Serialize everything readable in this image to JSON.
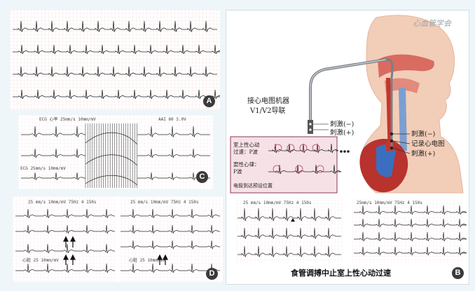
{
  "panels": {
    "a": {
      "badge": "A"
    },
    "b": {
      "badge": "B"
    },
    "c": {
      "badge": "C",
      "strip_labels": [
        "ECG 心率 25mm/s 10mm/mV",
        "AAI 60 3.0V"
      ],
      "footer": "ECG 25mm/s 10mm/mV"
    },
    "d": {
      "badge": "D",
      "header_left": "25 mm/s 10mm/mV 75Hz 4 150s",
      "header_right": "25 mm/s 10mm/mV 75Hz 4 150s",
      "footer_left": "心脏 25 10mm/mV",
      "footer_right": "心脏 25 10mm/mV"
    }
  },
  "diagram": {
    "watermark": "心血管学会",
    "device_label_1": "接心电图机器",
    "device_label_2": "V1/V2导联",
    "stim_minus": "刺激(−)",
    "stim_plus": "刺激(+)",
    "heart_stim_minus": "刺激(−)",
    "heart_record": "记录心电图",
    "heart_stim_plus": "刺激(+)",
    "box_line1": "室上性心动",
    "box_line2": "过速：P波",
    "box_line3": "窦性心律：",
    "box_line4": "P波",
    "box_line5": "电极到达预设位置",
    "bottom_left_header": "25 mm/s 10mm/mV 75Hz 4 150s",
    "bottom_right_header": "25mm/s 10mm/mV 75Hz 4 150s",
    "caption": "食管调搏中止室上性心动过速"
  },
  "colors": {
    "grid": "#f2c9cc",
    "trace": "#2a2a2a",
    "skin": "#f2cdb8",
    "artery": "#c8342a",
    "vein": "#3a6fbf",
    "box_border": "#8a3a5a",
    "box_fill": "#f6e1e6"
  }
}
